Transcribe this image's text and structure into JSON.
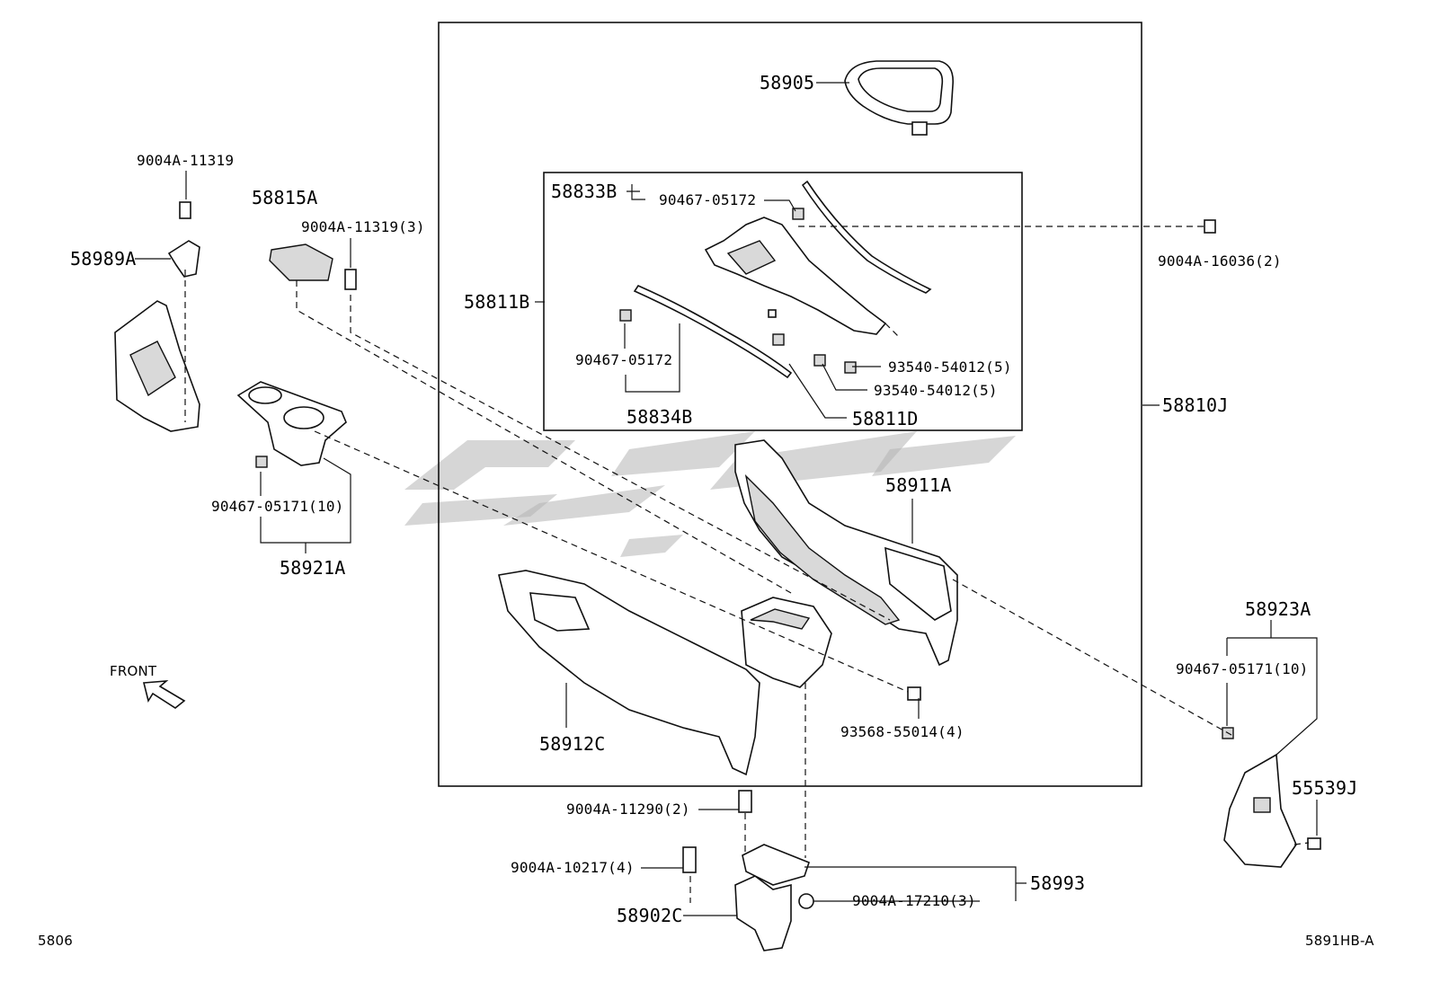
{
  "diagram_id": "5891HB-A",
  "page_code": "5806",
  "front_label": "FRONT",
  "colors": {
    "ink": "#111111",
    "watermark": "#b5b5b5",
    "background": "#ffffff"
  },
  "labels": {
    "p58905": "58905",
    "p58833B": "58833B",
    "p90467_05172_top": "90467-05172",
    "p58811B": "58811B",
    "p90467_05172_mid": "90467-05172",
    "p58834B": "58834B",
    "p93540_a": "93540-54012(5)",
    "p93540_b": "93540-54012(5)",
    "p58811D": "58811D",
    "p58810J": "58810J",
    "p9004A_16036": "9004A-16036(2)",
    "p58911A": "58911A",
    "p93568": "93568-55014(4)",
    "p58912C": "58912C",
    "p9004A_11319": "9004A-11319",
    "p58989A": "58989A",
    "p58815A": "58815A",
    "p9004A_11319_3": "9004A-11319(3)",
    "p90467_05171_left": "90467-05171(10)",
    "p58921A": "58921A",
    "p58923A": "58923A",
    "p90467_05171_right": "90467-05171(10)",
    "p55539J": "55539J",
    "p9004A_11290": "9004A-11290(2)",
    "p9004A_10217": "9004A-10217(4)",
    "p58993": "58993",
    "p58902C": "58902C",
    "p9004A_17210": "9004A-17210(3)"
  }
}
